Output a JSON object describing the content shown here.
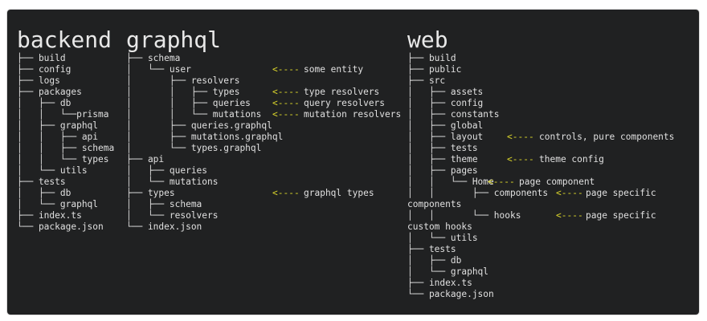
{
  "colors": {
    "background": "#202122",
    "text": "#e0e0e0",
    "arrow": "#d9d42b"
  },
  "columns": [
    {
      "title": "backend",
      "lines": [
        {
          "text": "├── build"
        },
        {
          "text": "├── config"
        },
        {
          "text": "├── logs"
        },
        {
          "text": "├── packages"
        },
        {
          "text": "│   ├── db"
        },
        {
          "text": "│   │   └──prisma"
        },
        {
          "text": "│   ├── graphql"
        },
        {
          "text": "│   │   ├── api"
        },
        {
          "text": "│   │   ├── schema"
        },
        {
          "text": "│   │   └── types"
        },
        {
          "text": "│   └── utils"
        },
        {
          "text": "├── tests"
        },
        {
          "text": "│   ├── db"
        },
        {
          "text": "│   └── graphql"
        },
        {
          "text": "├── index.ts"
        },
        {
          "text": "└── package.json"
        }
      ]
    },
    {
      "title": "graphql",
      "lines": [
        {
          "text": "├── schema"
        },
        {
          "text": "│   └── user",
          "arrow": "<----",
          "note": "some entity"
        },
        {
          "text": "│       ├── resolvers"
        },
        {
          "text": "│       │   ├── types",
          "arrow": "<----",
          "note": "type resolvers"
        },
        {
          "text": "│       │   ├── queries",
          "arrow": "<----",
          "note": "query resolvers"
        },
        {
          "text": "│       │   └── mutations",
          "arrow": "<----",
          "note": "mutation resolvers"
        },
        {
          "text": "│       ├── queries.graphql"
        },
        {
          "text": "│       ├── mutations.graphql"
        },
        {
          "text": "│       └── types.graphql"
        },
        {
          "text": "├── api"
        },
        {
          "text": "│   ├── queries"
        },
        {
          "text": "│   └── mutations"
        },
        {
          "text": "├── types",
          "arrow": "<----",
          "note": "graphql types"
        },
        {
          "text": "│   ├── schema"
        },
        {
          "text": "│   └── resolvers"
        },
        {
          "text": "└── index.json"
        }
      ]
    },
    {
      "title": "web",
      "lines": [
        {
          "text": "├── build"
        },
        {
          "text": "├── public"
        },
        {
          "text": "├── src"
        },
        {
          "text": "│   ├── assets"
        },
        {
          "text": "│   ├── config"
        },
        {
          "text": "│   ├── constants"
        },
        {
          "text": "│   ├── global"
        },
        {
          "text": "│   ├── layout",
          "arrow": "<----",
          "note": "controls, pure components"
        },
        {
          "text": "│   ├── tests"
        },
        {
          "text": "│   ├── theme",
          "arrow": "<----",
          "note": "theme config"
        },
        {
          "text": "│   ├── pages"
        },
        {
          "text": "│   │   └── Home",
          "arrow": "<----",
          "note": "page component"
        },
        {
          "text": "│   │       ├── components",
          "arrow": "<----",
          "note": "page specific"
        },
        {
          "text": "components"
        },
        {
          "text": "│   │       └── hooks",
          "arrow": "<----",
          "note": "page specific"
        },
        {
          "text": "custom hooks"
        },
        {
          "text": "│   └── utils"
        },
        {
          "text": "├── tests"
        },
        {
          "text": "│   ├── db"
        },
        {
          "text": "│   └── graphql"
        },
        {
          "text": "├── index.ts"
        },
        {
          "text": "└── package.json"
        }
      ]
    }
  ]
}
